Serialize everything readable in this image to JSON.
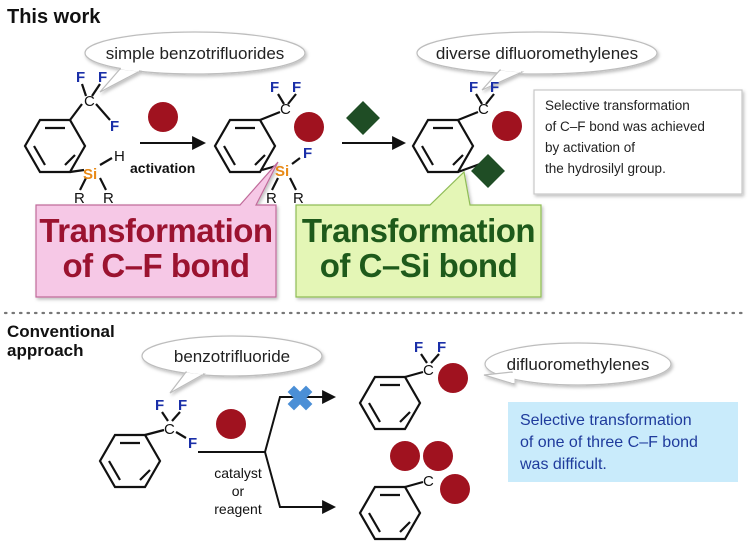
{
  "top": {
    "title": "This work",
    "bubble_start": "simple benzotrifluorides",
    "bubble_end": "diverse difluoromethylenes",
    "activation_label": "activation",
    "note_lines": [
      "Selective transformation",
      "of C–F bond was achieved",
      "by activation of",
      "the hydrosilyl group."
    ],
    "callout_cf": [
      "Transformation",
      "of C–F bond"
    ],
    "callout_csi": [
      "Transformation",
      "of C–Si bond"
    ]
  },
  "bottom": {
    "title_lines": [
      "Conventional",
      "approach"
    ],
    "bubble_start": "benzotrifluoride",
    "bubble_end": "difluoromethylenes",
    "condition_lines": [
      "catalyst",
      "or",
      "reagent"
    ],
    "note_lines": [
      "Selective transformation",
      "of one of three C–F bond",
      "was difficult."
    ]
  },
  "atoms": {
    "F": "F",
    "C": "C",
    "Si": "Si",
    "H": "H",
    "R": "R"
  },
  "colors": {
    "fluorine": "#1a2fa8",
    "silicon": "#e88a17",
    "nucleophile_circle": "#a0121f",
    "electrophile_diamond": "#1f4d25",
    "cf_callout_bg": "#f6c8e6",
    "cf_callout_text": "#9b1330",
    "csi_callout_bg": "#e4f6b6",
    "csi_callout_text": "#1e5a1b",
    "note_blue_bg": "#c9ebfb",
    "note_blue_text": "#1f3b9c",
    "cross": "#4b8fd6"
  },
  "icons": [
    "red-circle-icon",
    "green-diamond-icon",
    "blue-cross-icon",
    "arrow-icon"
  ]
}
